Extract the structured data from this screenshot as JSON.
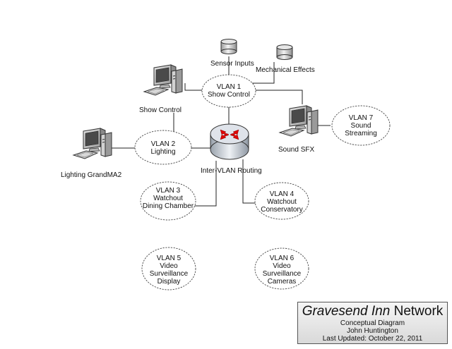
{
  "nodes": {
    "sensor_inputs": "Sensor Inputs",
    "mechanical_effects": "Mechanical Effects",
    "show_control": "Show Control",
    "lighting_grandma2": "Lighting GrandMA2",
    "inter_vlan_routing": "Inter-VLAN Routing",
    "sound_sfx": "Sound SFX"
  },
  "vlans": {
    "vlan1": [
      "VLAN 1",
      "Show Control"
    ],
    "vlan2": [
      "VLAN 2",
      "Lighting"
    ],
    "vlan3": [
      "VLAN 3",
      "Watchout",
      "Dining Chamber"
    ],
    "vlan4": [
      "VLAN 4",
      "Watchout",
      "Conservatory"
    ],
    "vlan5": [
      "VLAN 5",
      "Video",
      "Surveillance",
      "Display"
    ],
    "vlan6": [
      "VLAN 6",
      "Video",
      "Surveillance",
      "Cameras"
    ],
    "vlan7": [
      "VLAN 7",
      "Sound",
      "Streaming"
    ]
  },
  "title_block": {
    "title_italic": "Gravesend Inn",
    "title_rest": " Network",
    "subtitle": "Conceptual Diagram",
    "author": "John Huntington",
    "updated": "Last Updated: October 22, 2011"
  },
  "colors": {
    "router_arrows": "#e00000",
    "router_body": "#dfe3ea"
  }
}
